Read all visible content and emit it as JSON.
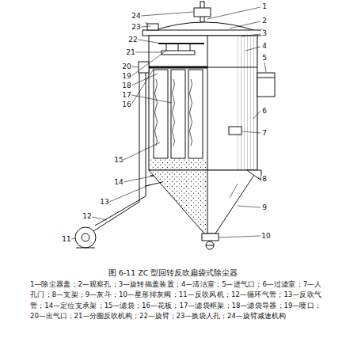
{
  "diagram": {
    "caption": "图 6-11 ZC 型回转反吹扁袋式除尘器",
    "labels": [
      "1",
      "2",
      "3",
      "4",
      "5",
      "6",
      "7",
      "8",
      "9",
      "10",
      "11",
      "12",
      "13",
      "14",
      "15",
      "16",
      "17",
      "18",
      "19",
      "20",
      "21",
      "22",
      "23",
      "24",
      "1—除尘器盖；2—观察孔；3—旋转揭盖装置；4—清洁室；5—进气口；6—过滤室；7—人孔门；8—支架；9—灰斗；10—星形排灰阀；11—反吹风机；12—循环气管；13—反吹气管；14—定位支承架；15—滤袋；16—花板；17—滤袋框架；18—滤袋导器；19—喷口；20—出气口；21—分圈反吹机构；22—旋臂；23—换袋人孔；24—旋臂减速机构"
    ]
  }
}
